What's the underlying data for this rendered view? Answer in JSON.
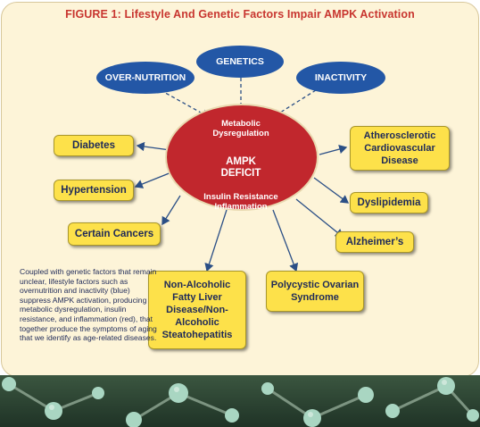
{
  "title": "FIGURE 1: Lifestyle And Genetic Factors Impair AMPK Activation",
  "causes": {
    "genetics": "GENETICS",
    "over_nutrition": "OVER-NUTRITION",
    "inactivity": "INACTIVITY"
  },
  "center": {
    "line1a": "Metabolic",
    "line1b": "Dysregulation",
    "line2a": "AMPK",
    "line2b": "DEFICIT",
    "line3a": "Insulin Resistance",
    "line3b": "Inflammation"
  },
  "diseases": {
    "diabetes": "Diabetes",
    "hypertension": "Hypertension",
    "cancers": "Certain Cancers",
    "nafld": "Non-Alcoholic Fatty Liver Disease/Non-Alcoholic Steatohepatitis",
    "pcos": "Polycystic Ovarian Syndrome",
    "alzheimers": "Alzheimer’s",
    "dyslipidemia": "Dyslipidemia",
    "atherosclerotic": "Atherosclerotic Cardiovascular Disease"
  },
  "caption": "Coupled with genetic factors that remain unclear, lifestyle factors such as overnutrition and inactivity (blue) suppress AMPK activation, producing metabolic dysregulation, insulin resistance, and inflammation (red), that together produce the symptoms of aging that we identify as age-related diseases.",
  "colors": {
    "title": "#c8352f",
    "blue": "#2357a6",
    "red": "#c1272d",
    "yellow": "#fde14a",
    "panel": "#fdf4d8",
    "text_navy": "#1f2a59"
  }
}
